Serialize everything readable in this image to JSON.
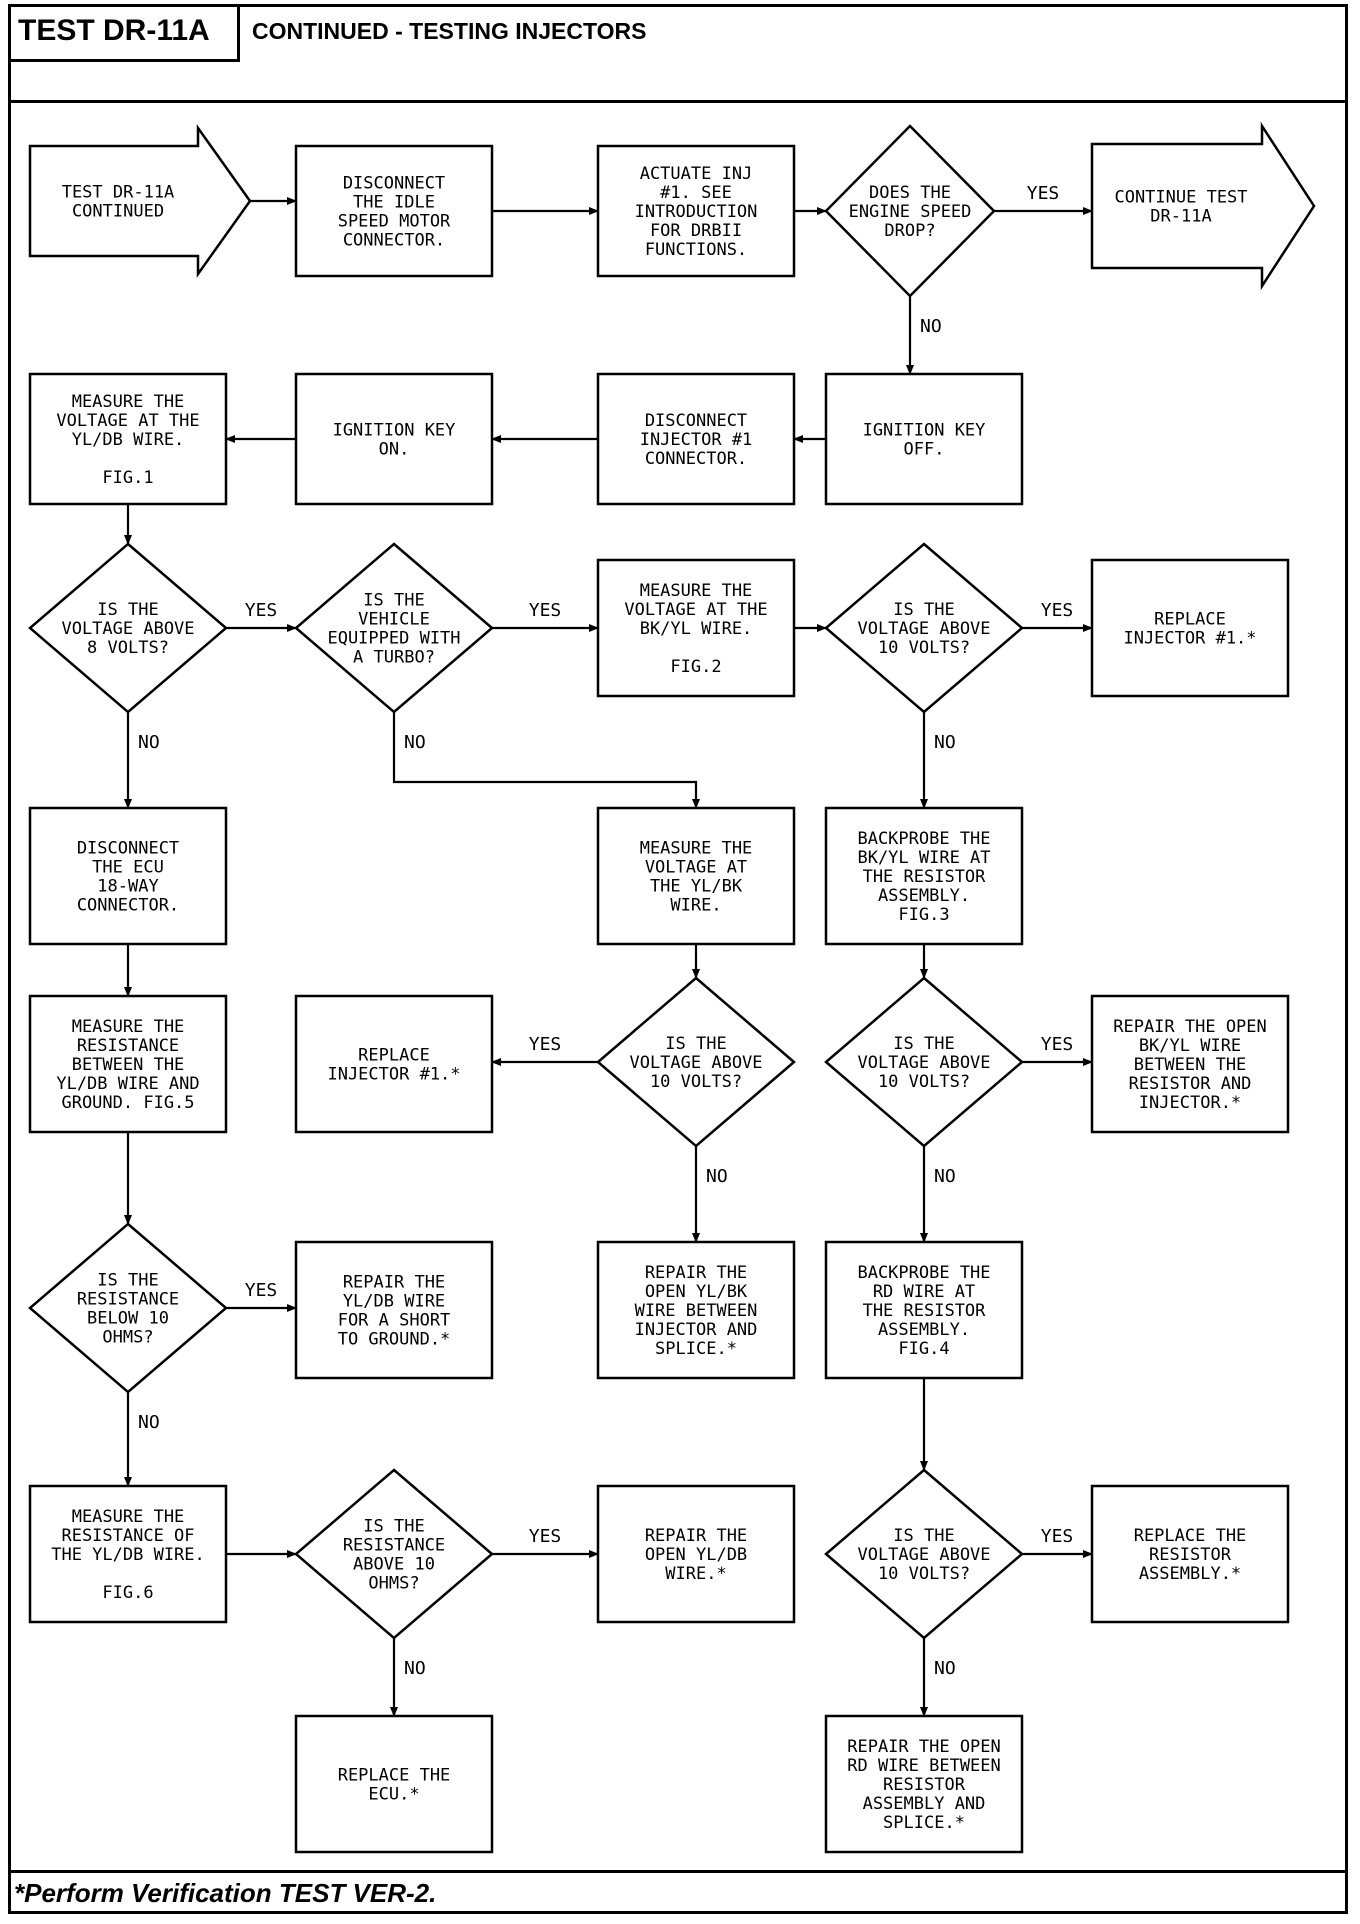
{
  "header": {
    "test_id": "TEST DR-11A",
    "title": "CONTINUED - TESTING INJECTORS"
  },
  "footer": {
    "note": "*Perform Verification TEST VER-2."
  },
  "edge_labels": {
    "yes": "YES",
    "no": "NO"
  },
  "nodes": [
    {
      "id": "start",
      "shape": "arrow",
      "lines": [
        "TEST DR-11A",
        "CONTINUED"
      ]
    },
    {
      "id": "disc-isc",
      "shape": "box",
      "lines": [
        "DISCONNECT",
        "THE IDLE",
        "SPEED MOTOR",
        "CONNECTOR."
      ]
    },
    {
      "id": "actuate",
      "shape": "box",
      "lines": [
        "ACTUATE INJ",
        "#1. SEE",
        "INTRODUCTION",
        "FOR DRBII",
        "FUNCTIONS."
      ]
    },
    {
      "id": "speed-drop",
      "shape": "diamond",
      "lines": [
        "DOES THE",
        "ENGINE SPEED",
        "DROP?"
      ]
    },
    {
      "id": "continue",
      "shape": "arrow",
      "lines": [
        "CONTINUE TEST",
        "DR-11A"
      ]
    },
    {
      "id": "key-off",
      "shape": "box",
      "lines": [
        "IGNITION KEY",
        "OFF."
      ]
    },
    {
      "id": "disc-inj1",
      "shape": "box",
      "lines": [
        "DISCONNECT",
        "INJECTOR #1",
        "CONNECTOR."
      ]
    },
    {
      "id": "key-on",
      "shape": "box",
      "lines": [
        "IGNITION KEY",
        "ON."
      ]
    },
    {
      "id": "meas-yldb",
      "shape": "box",
      "lines": [
        "MEASURE THE",
        "VOLTAGE AT THE",
        "YL/DB WIRE.",
        "",
        "FIG.1"
      ]
    },
    {
      "id": "above8",
      "shape": "diamond",
      "lines": [
        "IS THE",
        "VOLTAGE ABOVE",
        "8 VOLTS?"
      ]
    },
    {
      "id": "turbo",
      "shape": "diamond",
      "lines": [
        "IS THE",
        "VEHICLE",
        "EQUIPPED WITH",
        "A TURBO?"
      ]
    },
    {
      "id": "meas-bkyl",
      "shape": "box",
      "lines": [
        "MEASURE THE",
        "VOLTAGE AT THE",
        "BK/YL WIRE.",
        "",
        "FIG.2"
      ]
    },
    {
      "id": "above10-a",
      "shape": "diamond",
      "lines": [
        "IS THE",
        "VOLTAGE ABOVE",
        "10 VOLTS?"
      ]
    },
    {
      "id": "replace-inj-a",
      "shape": "box",
      "lines": [
        "REPLACE",
        "INJECTOR #1.*"
      ]
    },
    {
      "id": "disc-ecu",
      "shape": "box",
      "lines": [
        "DISCONNECT",
        "THE ECU",
        "18-WAY",
        "CONNECTOR."
      ]
    },
    {
      "id": "meas-ylbk",
      "shape": "box",
      "lines": [
        "MEASURE THE",
        "VOLTAGE AT",
        "THE YL/BK",
        "WIRE."
      ]
    },
    {
      "id": "backprobe-bkyl",
      "shape": "box",
      "lines": [
        "BACKPROBE THE",
        "BK/YL WIRE AT",
        "THE RESISTOR",
        "ASSEMBLY.",
        "FIG.3"
      ]
    },
    {
      "id": "meas-res-gnd",
      "shape": "box",
      "lines": [
        "MEASURE THE",
        "RESISTANCE",
        "BETWEEN THE",
        "YL/DB WIRE AND",
        "GROUND. FIG.5"
      ]
    },
    {
      "id": "replace-inj-b",
      "shape": "box",
      "lines": [
        "REPLACE",
        "INJECTOR #1.*"
      ]
    },
    {
      "id": "above10-b",
      "shape": "diamond",
      "lines": [
        "IS THE",
        "VOLTAGE ABOVE",
        "10 VOLTS?"
      ]
    },
    {
      "id": "above10-c",
      "shape": "diamond",
      "lines": [
        "IS THE",
        "VOLTAGE ABOVE",
        "10 VOLTS?"
      ]
    },
    {
      "id": "repair-bkyl",
      "shape": "box",
      "lines": [
        "REPAIR THE OPEN",
        "BK/YL WIRE",
        "BETWEEN THE",
        "RESISTOR AND",
        "INJECTOR.*"
      ]
    },
    {
      "id": "res-below10",
      "shape": "diamond",
      "lines": [
        "IS THE",
        "RESISTANCE",
        "BELOW 10",
        "OHMS?"
      ]
    },
    {
      "id": "repair-short",
      "shape": "box",
      "lines": [
        "REPAIR THE",
        "YL/DB WIRE",
        "FOR A SHORT",
        "TO GROUND.*"
      ]
    },
    {
      "id": "repair-ylbk",
      "shape": "box",
      "lines": [
        "REPAIR THE",
        "OPEN YL/BK",
        "WIRE BETWEEN",
        "INJECTOR AND",
        "SPLICE.*"
      ]
    },
    {
      "id": "backprobe-rd",
      "shape": "box",
      "lines": [
        "BACKPROBE THE",
        "RD WIRE AT",
        "THE RESISTOR",
        "ASSEMBLY.",
        "FIG.4"
      ]
    },
    {
      "id": "meas-res-yldb",
      "shape": "box",
      "lines": [
        "MEASURE THE",
        "RESISTANCE OF",
        "THE YL/DB WIRE.",
        "",
        "FIG.6"
      ]
    },
    {
      "id": "res-above10",
      "shape": "diamond",
      "lines": [
        "IS THE",
        "RESISTANCE",
        "ABOVE 10",
        "OHMS?"
      ]
    },
    {
      "id": "repair-open-yldb",
      "shape": "box",
      "lines": [
        "REPAIR THE",
        "OPEN YL/DB",
        "WIRE.*"
      ]
    },
    {
      "id": "above10-d",
      "shape": "diamond",
      "lines": [
        "IS THE",
        "VOLTAGE ABOVE",
        "10 VOLTS?"
      ]
    },
    {
      "id": "replace-resistor",
      "shape": "box",
      "lines": [
        "REPLACE THE",
        "RESISTOR",
        "ASSEMBLY.*"
      ]
    },
    {
      "id": "replace-ecu",
      "shape": "box",
      "lines": [
        "REPLACE THE",
        "ECU.*"
      ]
    },
    {
      "id": "repair-rd",
      "shape": "box",
      "lines": [
        "REPAIR THE OPEN",
        "RD WIRE BETWEEN",
        "RESISTOR",
        "ASSEMBLY AND",
        "SPLICE.*"
      ]
    }
  ],
  "edges": [
    {
      "from": "start",
      "to": "disc-isc",
      "label": ""
    },
    {
      "from": "disc-isc",
      "to": "actuate",
      "label": ""
    },
    {
      "from": "actuate",
      "to": "speed-drop",
      "label": ""
    },
    {
      "from": "speed-drop",
      "to": "continue",
      "label": "YES"
    },
    {
      "from": "speed-drop",
      "to": "key-off",
      "label": "NO"
    },
    {
      "from": "key-off",
      "to": "disc-inj1",
      "label": ""
    },
    {
      "from": "disc-inj1",
      "to": "key-on",
      "label": ""
    },
    {
      "from": "key-on",
      "to": "meas-yldb",
      "label": ""
    },
    {
      "from": "meas-yldb",
      "to": "above8",
      "label": ""
    },
    {
      "from": "above8",
      "to": "turbo",
      "label": "YES"
    },
    {
      "from": "above8",
      "to": "disc-ecu",
      "label": "NO"
    },
    {
      "from": "turbo",
      "to": "meas-bkyl",
      "label": "YES"
    },
    {
      "from": "turbo",
      "to": "meas-ylbk",
      "label": "NO"
    },
    {
      "from": "meas-bkyl",
      "to": "above10-a",
      "label": ""
    },
    {
      "from": "above10-a",
      "to": "replace-inj-a",
      "label": "YES"
    },
    {
      "from": "above10-a",
      "to": "backprobe-bkyl",
      "label": "NO"
    },
    {
      "from": "disc-ecu",
      "to": "meas-res-gnd",
      "label": ""
    },
    {
      "from": "meas-ylbk",
      "to": "above10-b",
      "label": ""
    },
    {
      "from": "above10-b",
      "to": "replace-inj-b",
      "label": "YES"
    },
    {
      "from": "above10-b",
      "to": "repair-ylbk",
      "label": "NO"
    },
    {
      "from": "backprobe-bkyl",
      "to": "above10-c",
      "label": ""
    },
    {
      "from": "above10-c",
      "to": "repair-bkyl",
      "label": "YES"
    },
    {
      "from": "above10-c",
      "to": "backprobe-rd",
      "label": "NO"
    },
    {
      "from": "meas-res-gnd",
      "to": "res-below10",
      "label": ""
    },
    {
      "from": "res-below10",
      "to": "repair-short",
      "label": "YES"
    },
    {
      "from": "res-below10",
      "to": "meas-res-yldb",
      "label": "NO"
    },
    {
      "from": "backprobe-rd",
      "to": "above10-d",
      "label": ""
    },
    {
      "from": "meas-res-yldb",
      "to": "res-above10",
      "label": ""
    },
    {
      "from": "res-above10",
      "to": "repair-open-yldb",
      "label": "YES"
    },
    {
      "from": "res-above10",
      "to": "replace-ecu",
      "label": "NO"
    },
    {
      "from": "above10-d",
      "to": "replace-resistor",
      "label": "YES"
    },
    {
      "from": "above10-d",
      "to": "repair-rd",
      "label": "NO"
    }
  ]
}
